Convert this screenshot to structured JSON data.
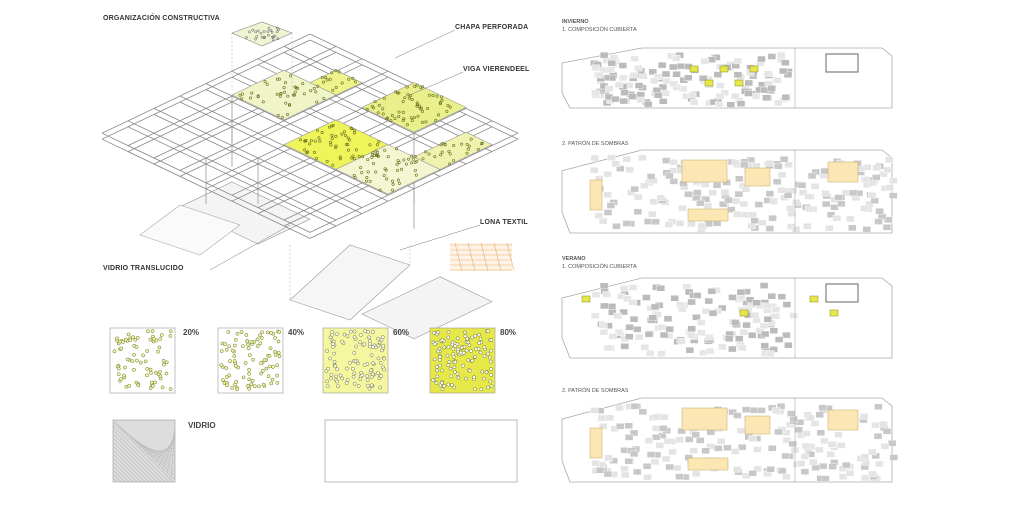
{
  "left": {
    "title": "ORGANIZACIÓN CONSTRUCTIVA",
    "labels": {
      "chapa": "CHAPA PERFORADA",
      "viga": "VIGA VIERENDEEL",
      "lona": "LONA TEXTIL",
      "vidrio_translucido": "VIDRIO TRANSLUCIDO"
    },
    "swatches": [
      {
        "label": "20%",
        "density": 0.2
      },
      {
        "label": "40%",
        "density": 0.4
      },
      {
        "label": "60%",
        "density": 0.6
      },
      {
        "label": "80%",
        "density": 0.8
      }
    ],
    "vidrio": "VIDRIO"
  },
  "right": {
    "invierno": {
      "season": "INVIERNO",
      "step1": "1. COMPOSICIÓN CUBIERTA",
      "step2": "2. PATRÓN DE SOMBRAS"
    },
    "verano": {
      "season": "VERANO",
      "step1": "1. COMPOSICIÓN CUBIERTA",
      "step2": "2. PATRÓN DE SOMBRAS"
    }
  },
  "colors": {
    "yellow": "#e6e84a",
    "pale_yellow": "#fbe6b4",
    "gray": "#b8b8b8"
  }
}
